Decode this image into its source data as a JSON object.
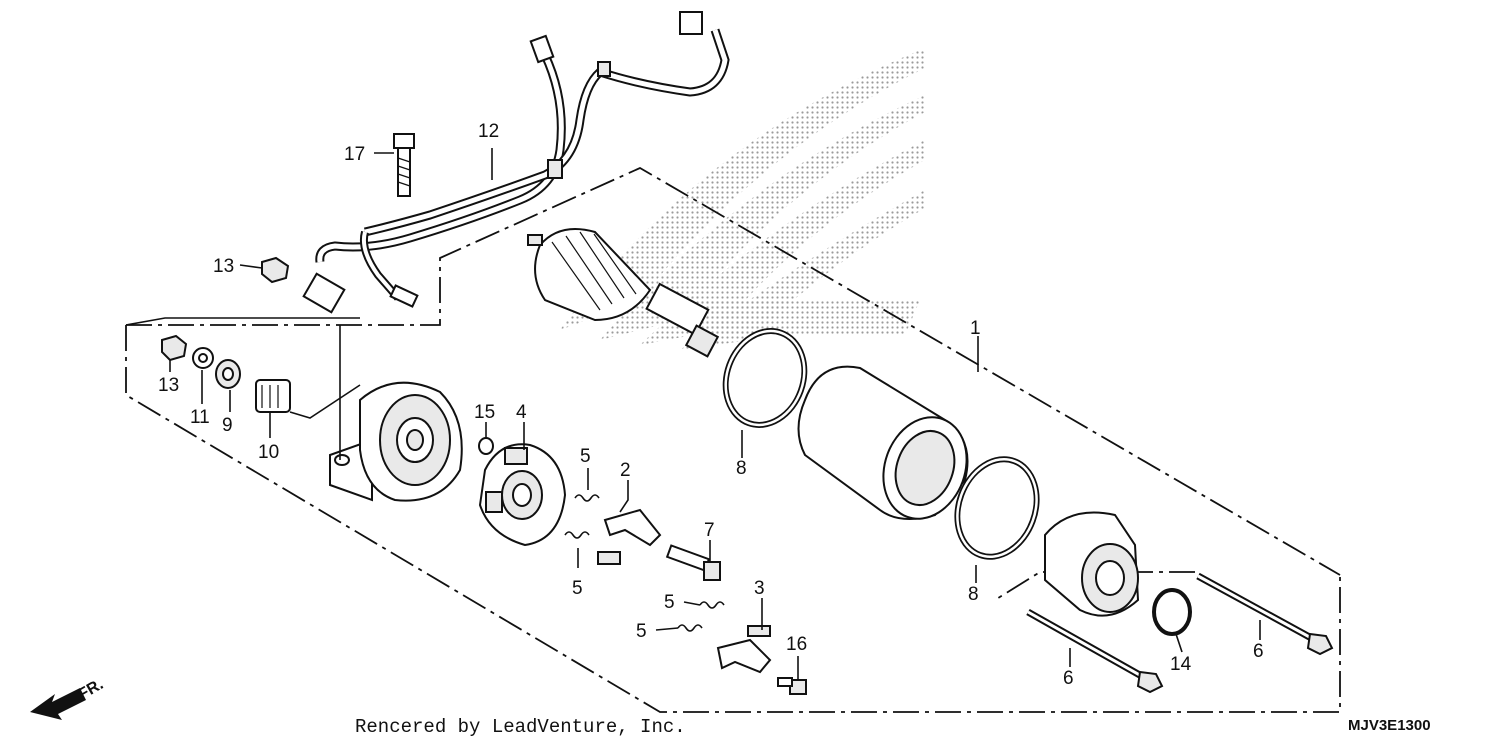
{
  "diagram": {
    "callouts": {
      "c1": "1",
      "c2": "2",
      "c3": "3",
      "c4": "4",
      "c5a": "5",
      "c5b": "5",
      "c5c": "5",
      "c5d": "5",
      "c6a": "6",
      "c6b": "6",
      "c7": "7",
      "c8a": "8",
      "c8b": "8",
      "c9": "9",
      "c10": "10",
      "c11": "11",
      "c12": "12",
      "c13a": "13",
      "c13b": "13",
      "c14": "14",
      "c15": "15",
      "c16": "16",
      "c17": "17"
    },
    "direction_label": "FR.",
    "footer_credit": "Rencered by LeadVenture, Inc.",
    "diagram_code": "MJV3E1300"
  }
}
